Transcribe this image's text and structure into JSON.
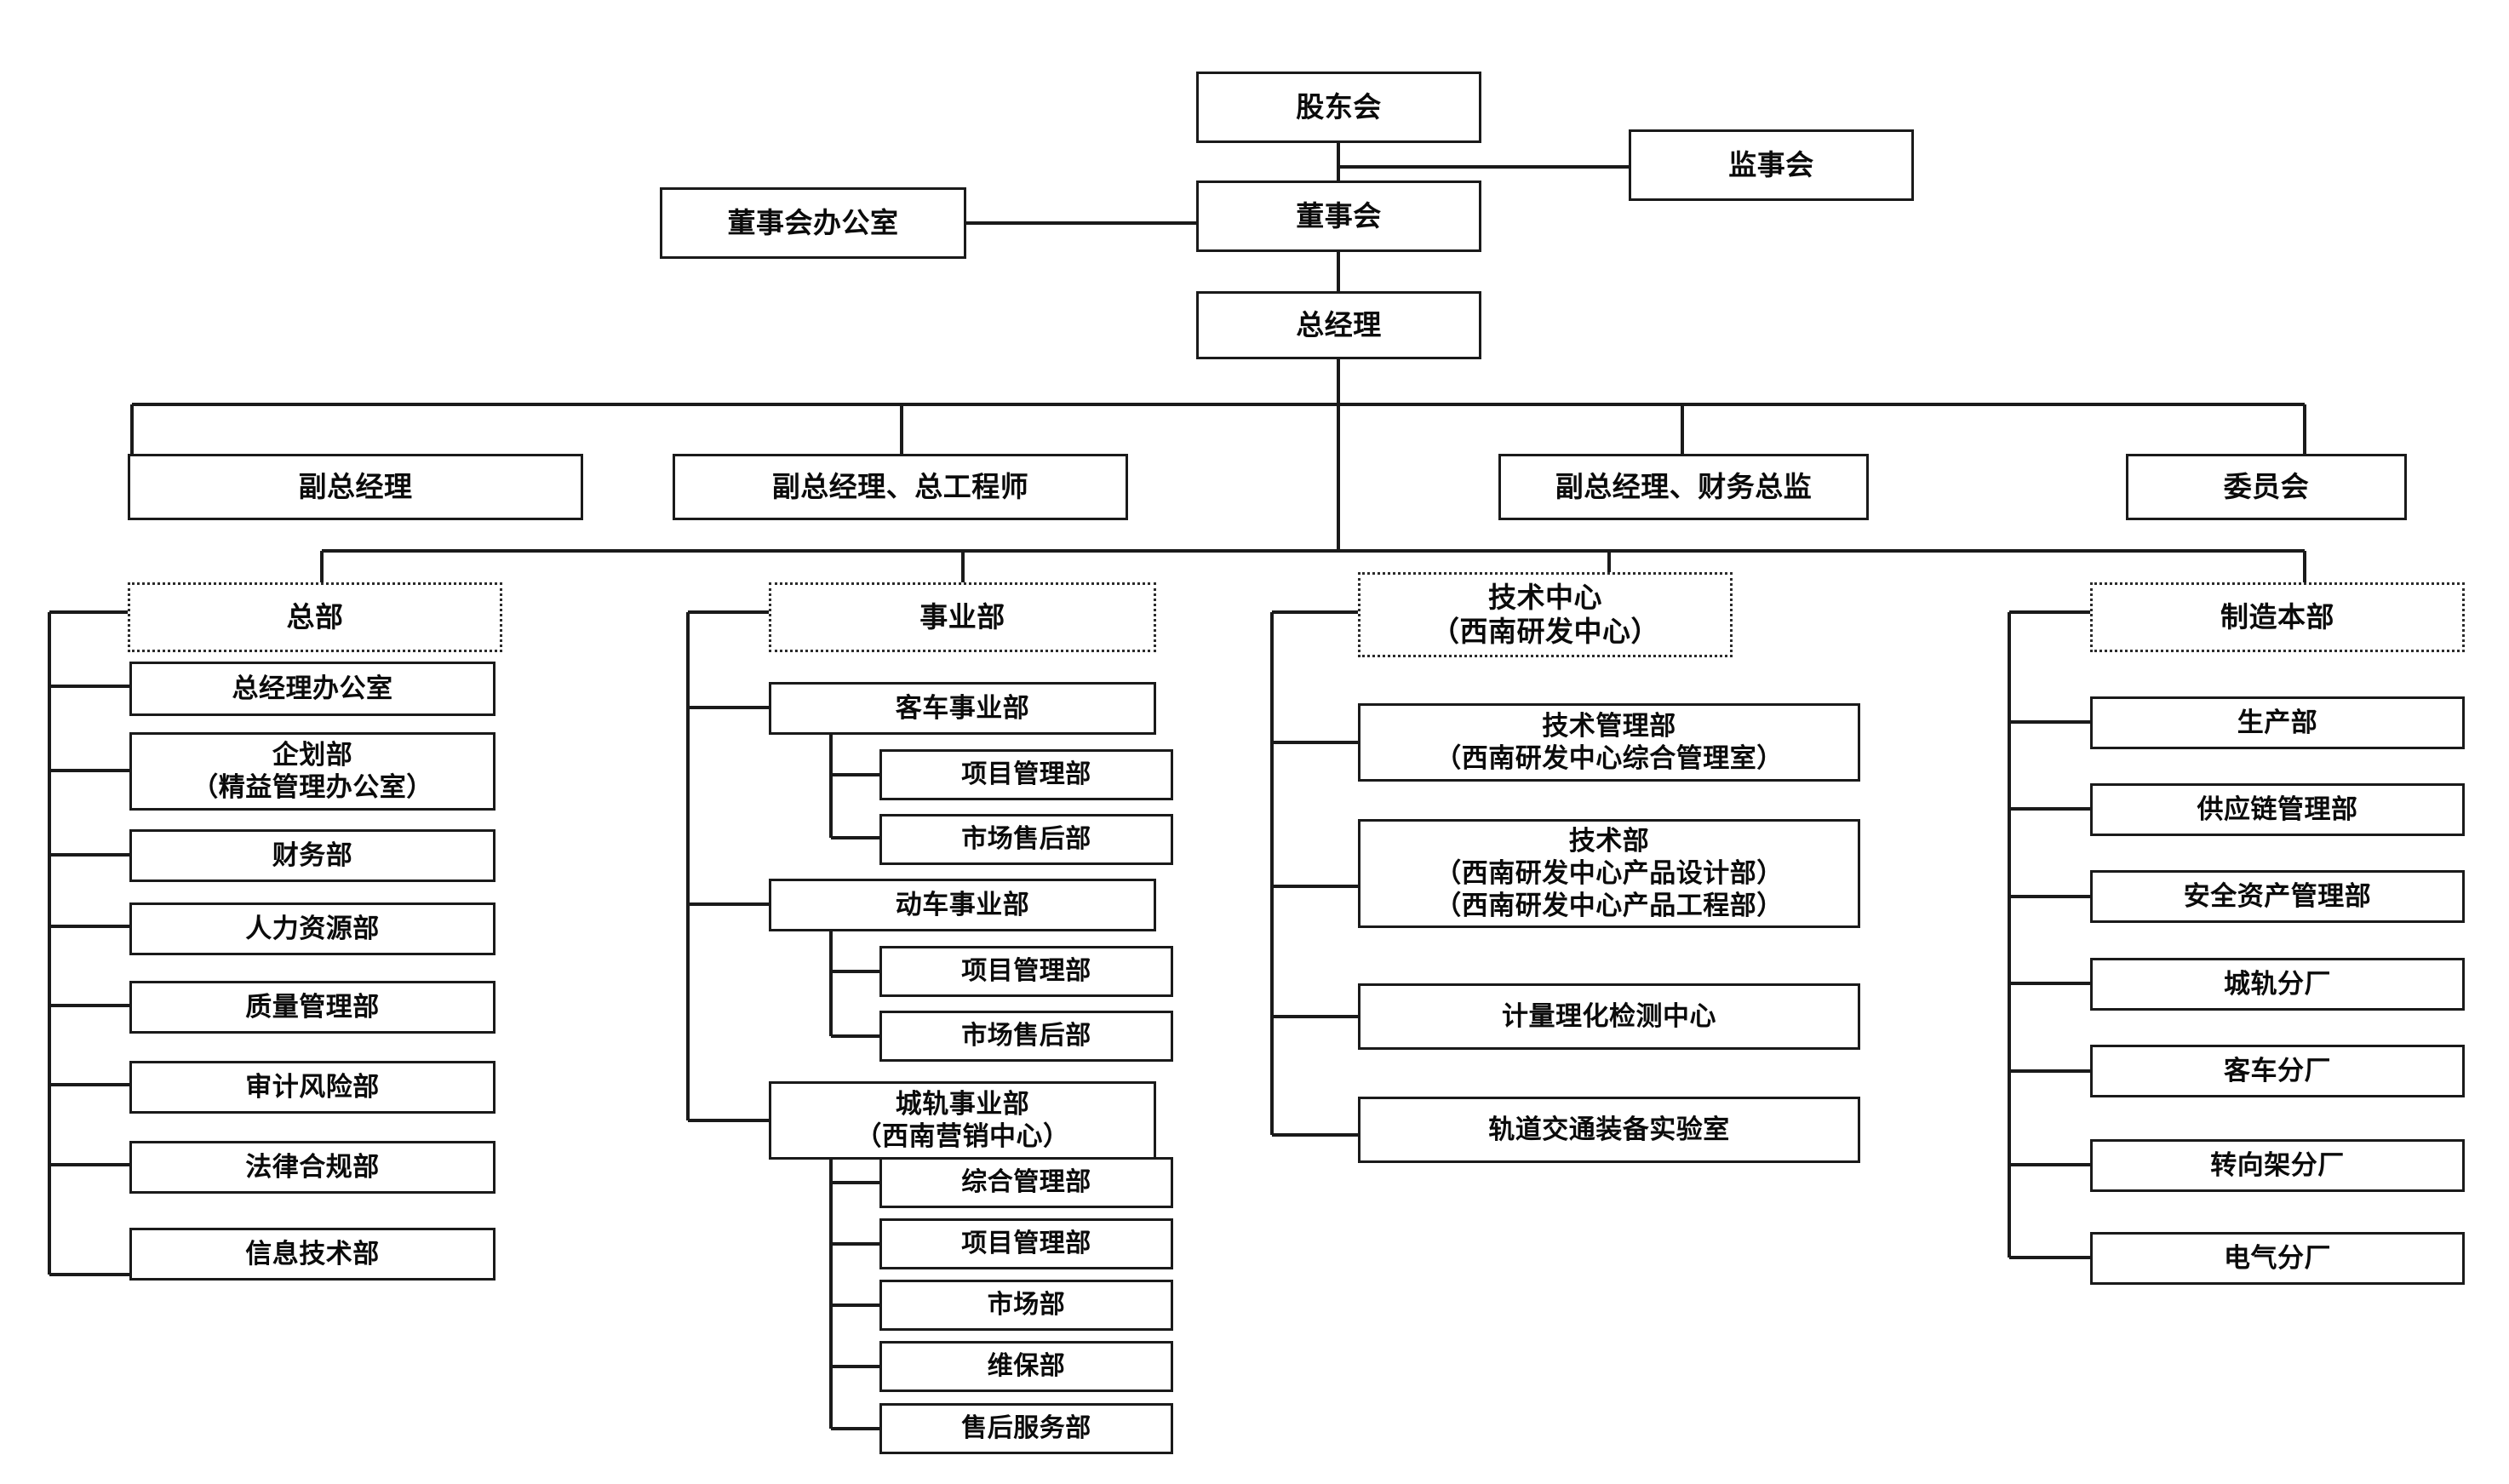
{
  "chart_title": "",
  "colors": {
    "line": "#1a1a1a",
    "box_border": "#1a1a1a",
    "group_border": "#2b2b2b",
    "background": "#ffffff",
    "text": "#0b0b0b"
  },
  "top": {
    "shareholders": "股东会",
    "supervisors": "监事会",
    "board": "董事会",
    "board_office": "董事会办公室",
    "general_manager": "总经理"
  },
  "executives": [
    {
      "label": "副总经理"
    },
    {
      "label": "副总经理、总工程师"
    },
    {
      "label": "副总经理、财务总监"
    },
    {
      "label": "委员会"
    }
  ],
  "groups": [
    {
      "header": "总部",
      "items": [
        {
          "label": "总经理办公室"
        },
        {
          "label": "企划部\n（精益管理办公室）"
        },
        {
          "label": "财务部"
        },
        {
          "label": "人力资源部"
        },
        {
          "label": "质量管理部"
        },
        {
          "label": "审计风险部"
        },
        {
          "label": "法律合规部"
        },
        {
          "label": "信息技术部"
        }
      ]
    },
    {
      "header": "事业部",
      "items": [
        {
          "label": "客车事业部",
          "children": [
            {
              "label": "项目管理部"
            },
            {
              "label": "市场售后部"
            }
          ]
        },
        {
          "label": "动车事业部",
          "children": [
            {
              "label": "项目管理部"
            },
            {
              "label": "市场售后部"
            }
          ]
        },
        {
          "label": "城轨事业部\n（西南营销中心）",
          "children": [
            {
              "label": "综合管理部"
            },
            {
              "label": "项目管理部"
            },
            {
              "label": "市场部"
            },
            {
              "label": "维保部"
            },
            {
              "label": "售后服务部"
            }
          ]
        }
      ]
    },
    {
      "header": "技术中心\n（西南研发中心）",
      "items": [
        {
          "label": "技术管理部\n（西南研发中心综合管理室）"
        },
        {
          "label": "技术部\n（西南研发中心产品设计部）\n（西南研发中心产品工程部）"
        },
        {
          "label": "计量理化检测中心"
        },
        {
          "label": "轨道交通装备实验室"
        }
      ]
    },
    {
      "header": "制造本部",
      "items": [
        {
          "label": "生产部"
        },
        {
          "label": "供应链管理部"
        },
        {
          "label": "安全资产管理部"
        },
        {
          "label": "城轨分厂"
        },
        {
          "label": "客车分厂"
        },
        {
          "label": "转向架分厂"
        },
        {
          "label": "电气分厂"
        }
      ]
    }
  ]
}
